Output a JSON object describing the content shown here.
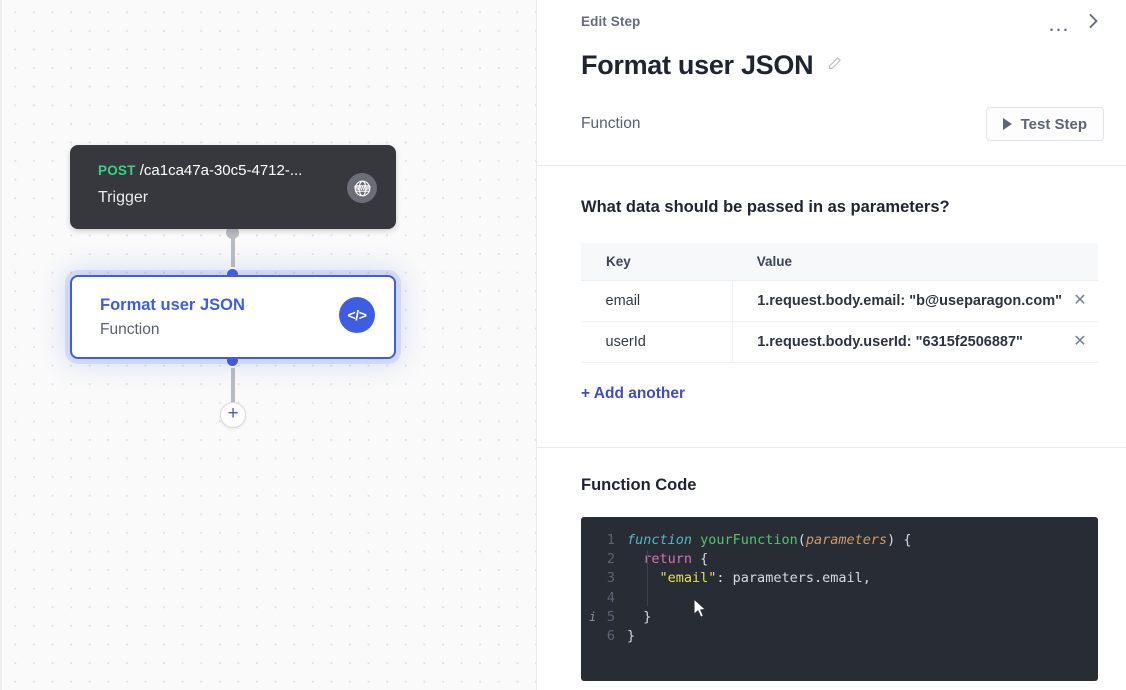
{
  "canvas": {
    "trigger_node": {
      "method": "POST",
      "path": "/ca1ca47a-30c5-4712-...",
      "subtitle": "Trigger",
      "icon": "globe-www-icon"
    },
    "selected_node": {
      "title": "Format user JSON",
      "subtitle": "Function",
      "icon": "code-brackets-icon"
    },
    "add_step_label": "+"
  },
  "panel": {
    "eyebrow": "Edit Step",
    "title": "Format user JSON",
    "step_type": "Function",
    "test_button_label": "Test Step",
    "more_icon": "ellipsis-icon",
    "collapse_icon": "chevron-right-icon",
    "edit_title_icon": "pencil-icon"
  },
  "parameters": {
    "heading": "What data should be passed in as parameters?",
    "columns": [
      "Key",
      "Value"
    ],
    "rows": [
      {
        "key": "email",
        "value": "1.request.body.email: \"b@useparagon.com\"",
        "remove": "✕"
      },
      {
        "key": "userId",
        "value": "1.request.body.userId: \"6315f2506887\"",
        "remove": "✕"
      }
    ],
    "add_another_label": "+ Add another"
  },
  "function_code": {
    "label": "Function Code",
    "gutter_marker": "i",
    "lines": [
      {
        "n": "1",
        "tokens": [
          {
            "t": "function",
            "c": "kw"
          },
          {
            "t": " ",
            "c": "pl"
          },
          {
            "t": "yourFunction",
            "c": "fn"
          },
          {
            "t": "(",
            "c": "pl"
          },
          {
            "t": "parameters",
            "c": "par"
          },
          {
            "t": ") {",
            "c": "pl"
          }
        ]
      },
      {
        "n": "2",
        "tokens": [
          {
            "t": "  ",
            "c": "pl"
          },
          {
            "t": "return",
            "c": "ret"
          },
          {
            "t": " {",
            "c": "pl"
          }
        ]
      },
      {
        "n": "3",
        "tokens": [
          {
            "t": "    ",
            "c": "pl"
          },
          {
            "t": "\"email\"",
            "c": "str"
          },
          {
            "t": ": parameters.email,",
            "c": "pl"
          }
        ]
      },
      {
        "n": "4",
        "tokens": [
          {
            "t": "",
            "c": "pl"
          }
        ]
      },
      {
        "n": "5",
        "tokens": [
          {
            "t": "  }",
            "c": "pl"
          }
        ]
      },
      {
        "n": "6",
        "tokens": [
          {
            "t": "}",
            "c": "pl"
          }
        ]
      }
    ]
  },
  "colors": {
    "accent_blue": "#3f5de3",
    "link_blue": "#3f4fb8",
    "method_green": "#3dd07f",
    "trigger_bg": "#36383d",
    "editor_bg": "#282c35",
    "canvas_bg": "#fafafa"
  }
}
